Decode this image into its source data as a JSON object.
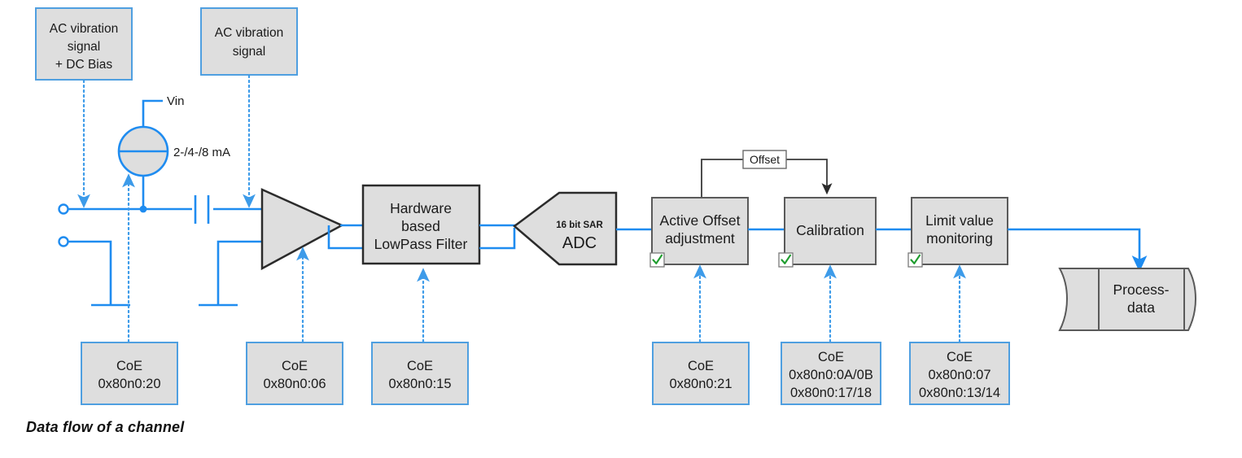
{
  "figure": {
    "caption": "Data flow of a channel",
    "colors": {
      "signal_wire": "#1f8cf0",
      "dotted_link": "#3d9be9",
      "block_fill": "#dedede",
      "block_border": "#5a5a5a",
      "annotation_border": "#4f9fe0",
      "feedback_line": "#3a3a3a",
      "check_green": "#1f9d2f"
    }
  },
  "source_annotations": [
    {
      "id": "ac-vibration-dc-bias",
      "lines": [
        "AC vibration",
        "signal",
        "+ DC Bias"
      ]
    },
    {
      "id": "ac-vibration",
      "lines": [
        "AC vibration",
        "signal"
      ]
    }
  ],
  "analog_front_end": {
    "vin_label": "Vin",
    "current_source_label": "2-/4-/8 mA",
    "current_source_name": "current-source",
    "capacitor_name": "coupling-capacitor",
    "terminal_count": 2,
    "ground_count": 2
  },
  "signal_chain": [
    {
      "id": "amplifier",
      "shape": "triangle",
      "lines": []
    },
    {
      "id": "lowpass-filter",
      "shape": "rect",
      "lines": [
        "Hardware",
        "based",
        "LowPass Filter"
      ]
    },
    {
      "id": "adc",
      "shape": "pentagon",
      "lines": [
        "16 bit SAR",
        "ADC"
      ],
      "small_line": "16 bit SAR",
      "big_line": "ADC"
    },
    {
      "id": "active-offset-adjustment",
      "shape": "rect",
      "lines": [
        "Active Offset",
        "adjustment"
      ],
      "checked": true
    },
    {
      "id": "calibration",
      "shape": "rect",
      "lines": [
        "Calibration"
      ],
      "checked": true
    },
    {
      "id": "limit-value-monitoring",
      "shape": "rect",
      "lines": [
        "Limit value",
        "monitoring"
      ],
      "checked": true
    },
    {
      "id": "process-data",
      "shape": "bus",
      "lines": [
        "Process-",
        "data"
      ]
    }
  ],
  "feedback": {
    "label": "Offset",
    "from": "active-offset-adjustment",
    "to": "calibration"
  },
  "coe_annotations": [
    {
      "id": "coe-current-source",
      "lines": [
        "CoE",
        "0x80n0:20"
      ]
    },
    {
      "id": "coe-amplifier",
      "lines": [
        "CoE",
        "0x80n0:06"
      ]
    },
    {
      "id": "coe-lowpass",
      "lines": [
        "CoE",
        "0x80n0:15"
      ]
    },
    {
      "id": "coe-active-offset",
      "lines": [
        "CoE",
        "0x80n0:21"
      ]
    },
    {
      "id": "coe-calibration",
      "lines": [
        "CoE",
        "0x80n0:0A/0B",
        "0x80n0:17/18"
      ]
    },
    {
      "id": "coe-limit-value",
      "lines": [
        "CoE",
        "0x80n0:07",
        "0x80n0:13/14"
      ]
    }
  ]
}
